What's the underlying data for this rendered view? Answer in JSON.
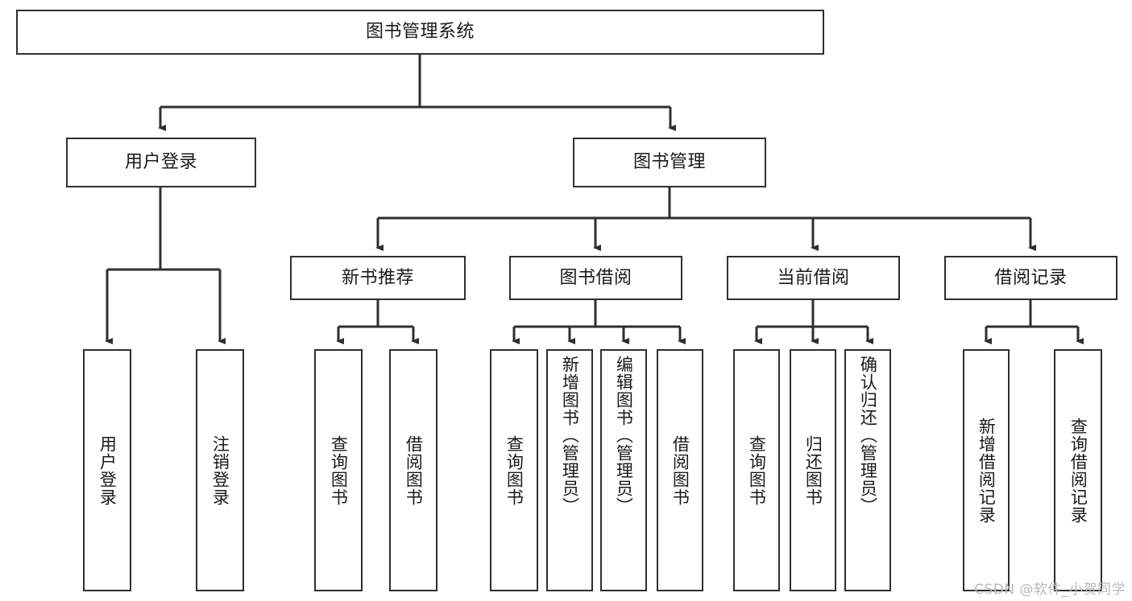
{
  "diagram": {
    "title": "图书管理系统",
    "type": "tree",
    "watermark": "CSDN @软件_小贺同学",
    "colors": {
      "stroke": "#2f2f2f",
      "fill": "#ffffff",
      "text": "#1a1a1a",
      "watermark": "#b9b9b9"
    },
    "root": {
      "label": "图书管理系统"
    },
    "level1": [
      {
        "label": "用户登录"
      },
      {
        "label": "图书管理"
      }
    ],
    "level2": [
      {
        "label": "新书推荐"
      },
      {
        "label": "图书借阅"
      },
      {
        "label": "当前借阅"
      },
      {
        "label": "借阅记录"
      }
    ],
    "leaves": {
      "user_login": [
        {
          "label": "用户登录"
        },
        {
          "label": "注销登录"
        }
      ],
      "new_book_recommend": [
        {
          "label": "查询图书"
        },
        {
          "label": "借阅图书"
        }
      ],
      "book_borrow": [
        {
          "label": "查询图书"
        },
        {
          "label": "新增图书（管理员）"
        },
        {
          "label": "编辑图书（管理员）"
        },
        {
          "label": "借阅图书"
        }
      ],
      "current_borrow": [
        {
          "label": "查询图书"
        },
        {
          "label": "归还图书"
        },
        {
          "label": "确认归还（管理员）"
        }
      ],
      "borrow_record": [
        {
          "label": "新增借阅记录"
        },
        {
          "label": "查询借阅记录"
        }
      ]
    }
  }
}
